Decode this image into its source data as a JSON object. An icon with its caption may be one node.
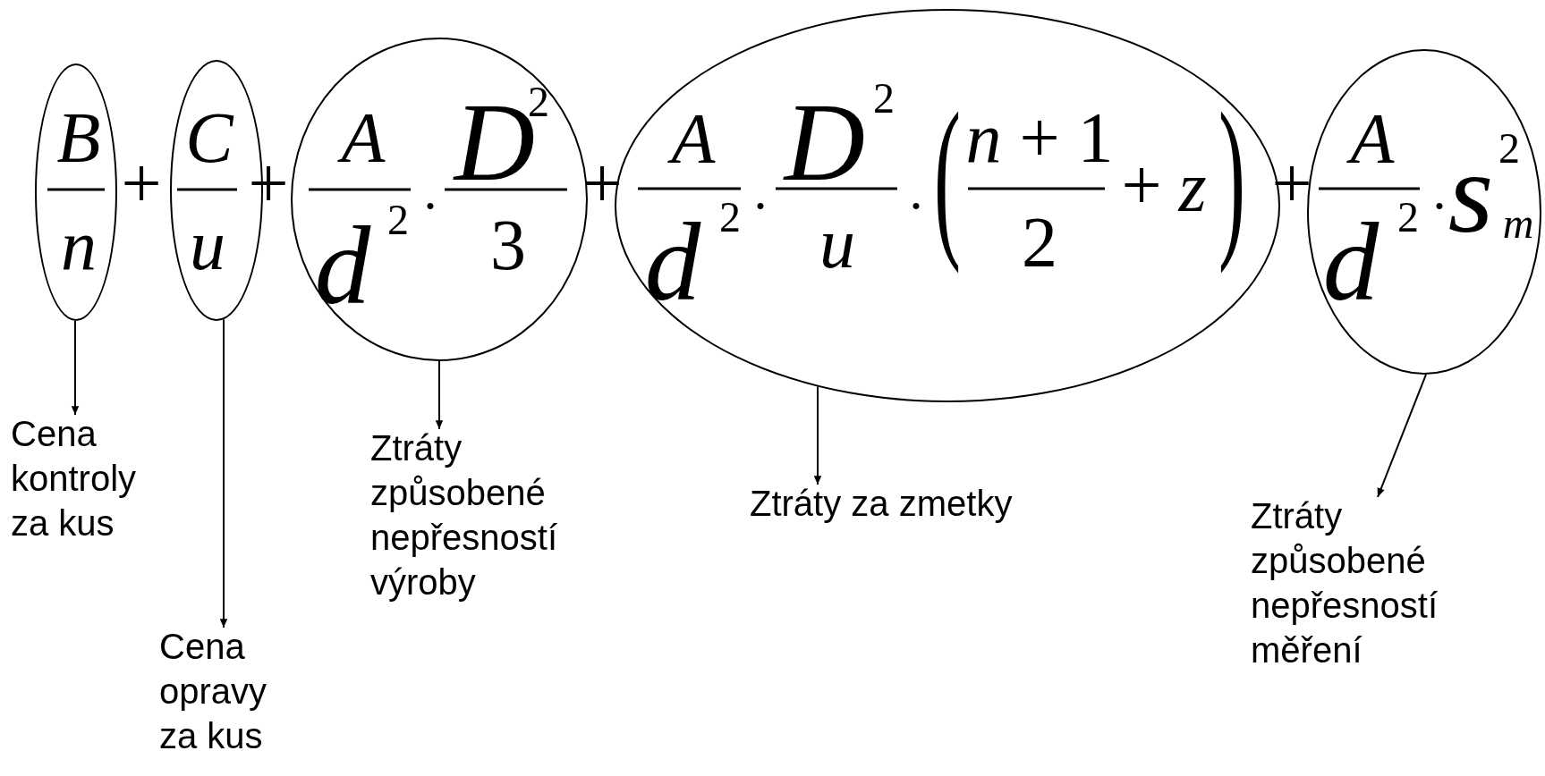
{
  "diagram": {
    "nodes": [
      {
        "text": [
          "B",
          "n"
        ]
      },
      {
        "text": [
          "C",
          "u"
        ]
      },
      {
        "text": [
          "A",
          "d",
          "2",
          "·",
          "D",
          "2",
          "3"
        ]
      },
      {
        "text": [
          "A",
          "d",
          "2",
          "·",
          "D",
          "2",
          "u",
          "·",
          "(",
          "n + 1",
          "2",
          "+",
          "z",
          ")"
        ]
      },
      {
        "text": [
          "A",
          "d",
          "2",
          "·",
          "s",
          "2",
          "m"
        ]
      },
      {
        "text": [
          "Cena kontroly za kus"
        ]
      },
      {
        "text": [
          "Cena opravy za kus"
        ]
      },
      {
        "text": [
          "Ztráty způsobené nepřesností výroby"
        ]
      },
      {
        "text": [
          "Ztráty za zmetky"
        ]
      },
      {
        "text": [
          "Ztráty způsobené nepřesností měření"
        ]
      }
    ],
    "edges": [
      {
        "from": 0,
        "to": 5,
        "arrow": "to"
      },
      {
        "from": 1,
        "to": 6,
        "arrow": "to"
      },
      {
        "from": 2,
        "to": 7,
        "arrow": "to"
      },
      {
        "from": 3,
        "to": 8,
        "arrow": "to"
      },
      {
        "from": 4,
        "to": 9,
        "arrow": "to"
      }
    ],
    "labels": [
      "+",
      "+",
      "+",
      "+"
    ]
  }
}
